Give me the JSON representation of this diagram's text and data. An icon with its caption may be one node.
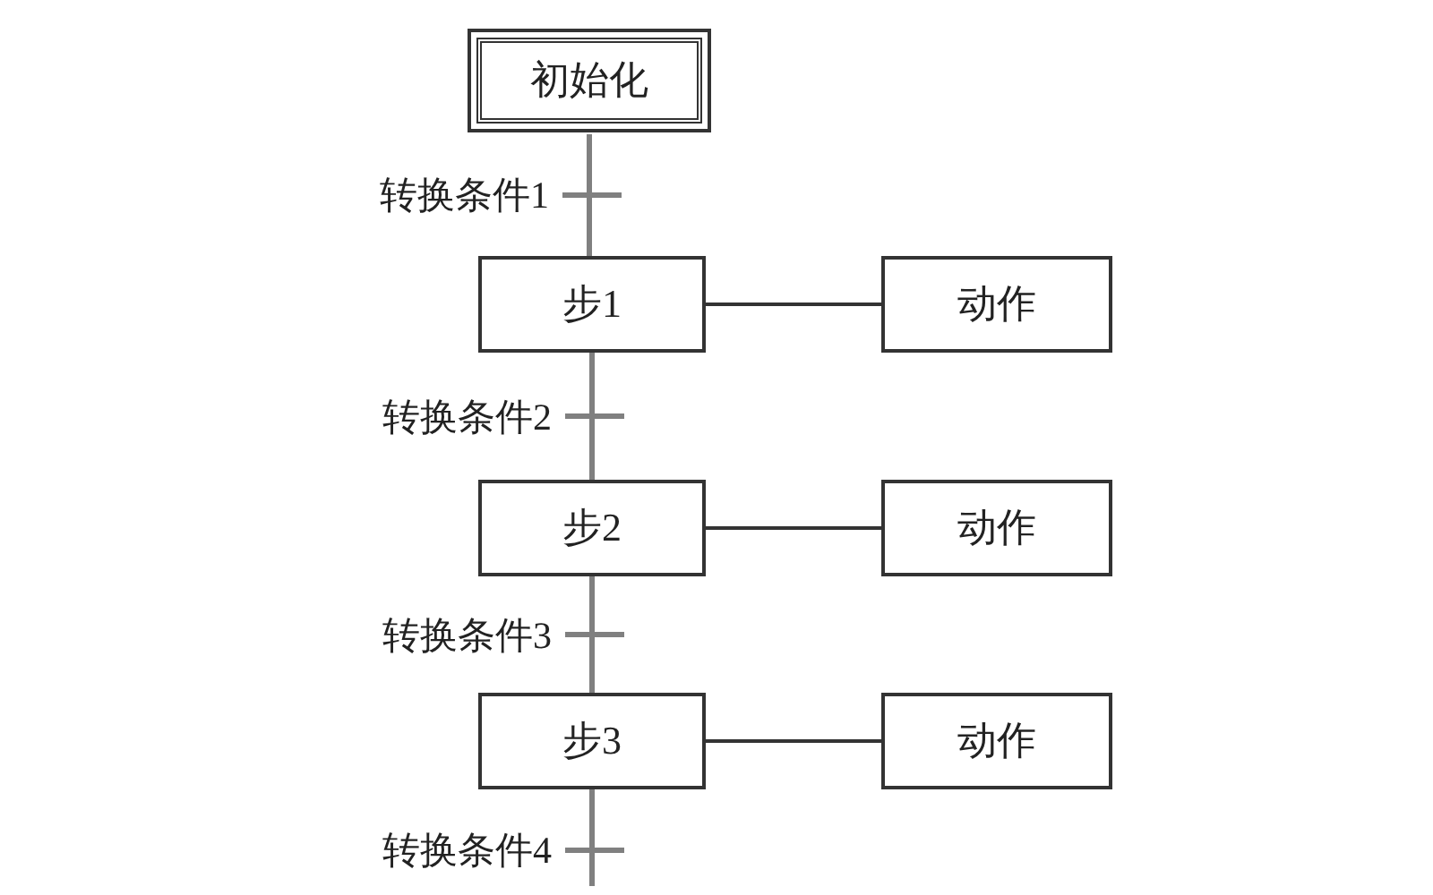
{
  "diagram": {
    "nodes": [
      {
        "text": [
          "初始化"
        ]
      },
      {
        "text": [
          "步1"
        ]
      },
      {
        "text": [
          "动作"
        ]
      },
      {
        "text": [
          "步2"
        ]
      },
      {
        "text": [
          "动作"
        ]
      },
      {
        "text": [
          "步3"
        ]
      },
      {
        "text": [
          "动作"
        ]
      }
    ],
    "edges": [
      {
        "from": 0,
        "to": 1,
        "arrow": "none",
        "label": "转换条件1",
        "color": "#808080"
      },
      {
        "from": 1,
        "to": 2,
        "arrow": "none"
      },
      {
        "from": 1,
        "to": 3,
        "arrow": "none",
        "label": "转换条件2",
        "color": "#808080"
      },
      {
        "from": 3,
        "to": 4,
        "arrow": "none"
      },
      {
        "from": 3,
        "to": 5,
        "arrow": "none",
        "label": "转换条件3",
        "color": "#808080"
      },
      {
        "from": 5,
        "to": 6,
        "arrow": "none"
      },
      {
        "from": 5,
        "to": null,
        "arrow": "none",
        "label": "转换条件4",
        "color": "#808080"
      }
    ]
  }
}
